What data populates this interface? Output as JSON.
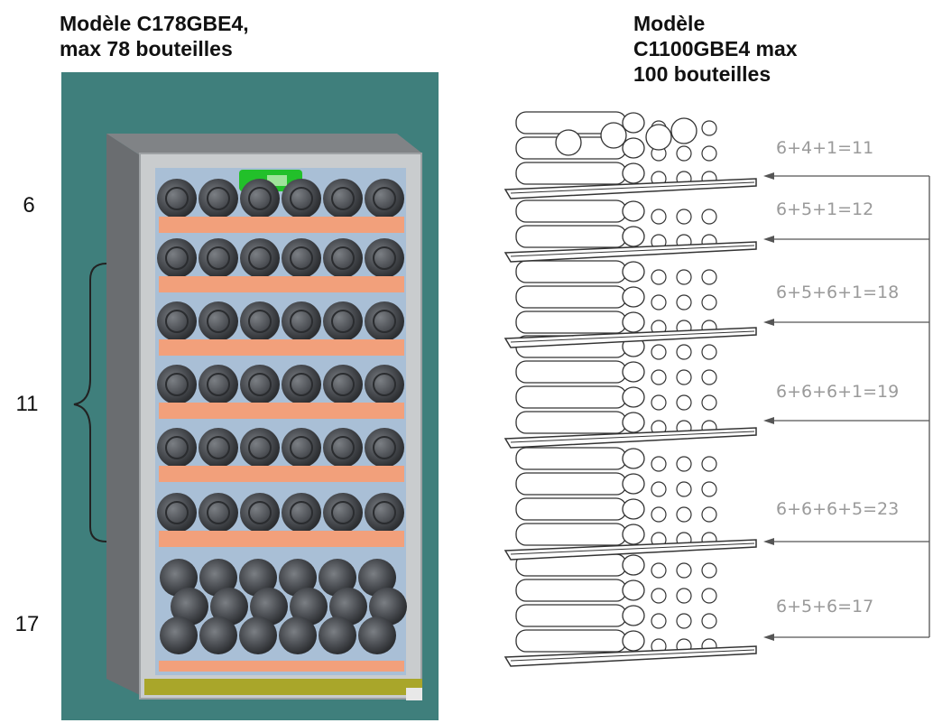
{
  "left_model": {
    "title": "Modèle C178GBE4,\nmax 78 bouteilles"
  },
  "right_model": {
    "title": "Modèle\nC1100GBE4 max\n100 bouteilles"
  },
  "left_counts": {
    "top": "6",
    "middle": "11",
    "bottom": "17"
  },
  "right_formulas": [
    "6+4+1=11",
    "6+5+1=12",
    "6+5+6+1=18",
    "6+6+6+1=19",
    "6+6+6+5=23",
    "6+5+6=17"
  ],
  "colors": {
    "background_teal": "#3f7f7c",
    "cabinet_grey": "#6a6d70",
    "frame_silver": "#c9ccce",
    "interior_blue": "#a9bfd6",
    "shelf_salmon": "#f2a07b",
    "bottle_dark": "#4a4d52",
    "display_green": "#22c02a",
    "base_olive": "#a9a62a",
    "line_gray": "#555555",
    "label_gray": "#9a9a9a"
  },
  "icons": [
    "wine-cabinet-illustration",
    "bottle-rack-line-drawing",
    "curly-brace-icon",
    "arrow-left-icon"
  ]
}
